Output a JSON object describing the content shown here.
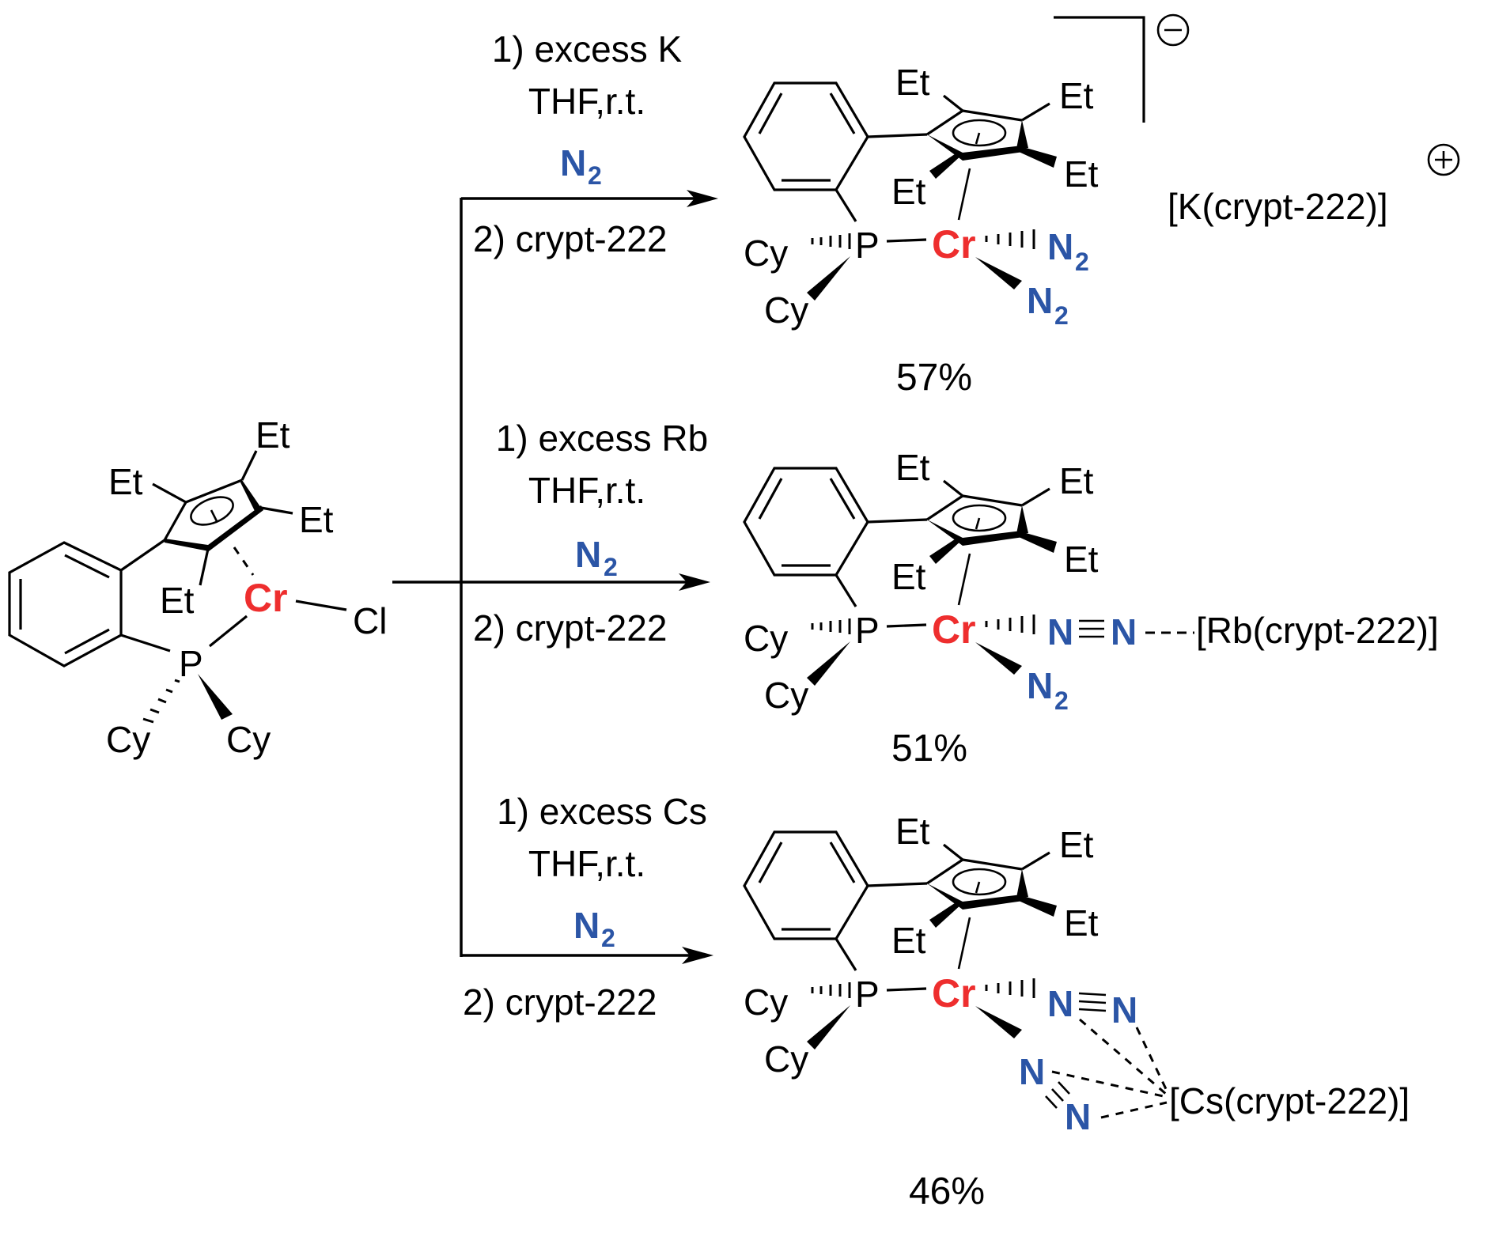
{
  "scheme": {
    "title": "Reduction of Cr(III) chloride complex under N2 with alkali metals and crypt-222",
    "colors": {
      "chromium": "#EE2E2E",
      "nitrogen": "#2B55A6",
      "text": "#000000"
    }
  },
  "starting_material": {
    "metal": "Cr",
    "halide": "Cl",
    "phosphorus": "P",
    "cp_substituents": [
      "Et",
      "Et",
      "Et",
      "Et"
    ],
    "p_substituents": [
      "Cy",
      "Cy"
    ]
  },
  "reactions": [
    {
      "step1": "1) excess K",
      "solvent": "THF,r.t.",
      "gas_main": "N",
      "gas_sub": "2",
      "step2": "2) crypt-222",
      "yield": "57%"
    },
    {
      "step1": "1) excess Rb",
      "solvent": "THF,r.t.",
      "gas_main": "N",
      "gas_sub": "2",
      "step2": "2) crypt-222",
      "yield": "51%"
    },
    {
      "step1": "1) excess Cs",
      "solvent": "THF,r.t.",
      "gas_main": "N",
      "gas_sub": "2",
      "step2": "2) crypt-222",
      "yield": "46%"
    }
  ],
  "products": [
    {
      "metal": "Cr",
      "phosphorus": "P",
      "cp_substituents": [
        "Et",
        "Et",
        "Et",
        "Et"
      ],
      "p_substituents": [
        "Cy",
        "Cy"
      ],
      "ligand_main": "N",
      "ligand_sub": "2",
      "anion_charge": "−",
      "counter_ion": "[K(crypt-222)]",
      "counter_charge": "+"
    },
    {
      "metal": "Cr",
      "phosphorus": "P",
      "cp_substituents": [
        "Et",
        "Et",
        "Et",
        "Et"
      ],
      "p_substituents": [
        "Cy",
        "Cy"
      ],
      "ligand_main": "N",
      "ligand_sub": "2",
      "bridging_atom": "N",
      "counter_ion": "[Rb(crypt-222)]"
    },
    {
      "metal": "Cr",
      "phosphorus": "P",
      "cp_substituents": [
        "Et",
        "Et",
        "Et",
        "Et"
      ],
      "p_substituents": [
        "Cy",
        "Cy"
      ],
      "bridging_atom": "N",
      "counter_ion": "[Cs(crypt-222)]"
    }
  ]
}
